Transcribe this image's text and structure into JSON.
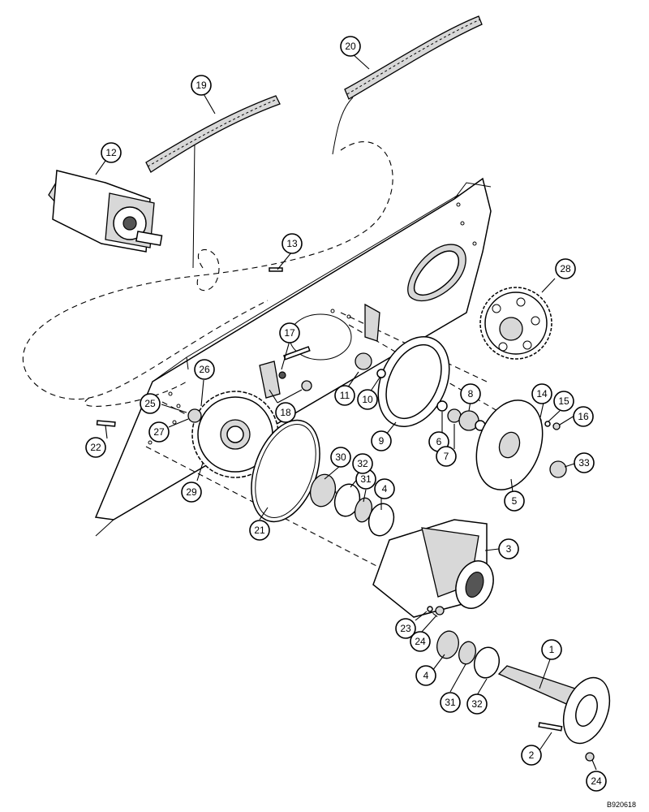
{
  "diagram": {
    "callouts": [
      {
        "label": "1"
      },
      {
        "label": "2"
      },
      {
        "label": "3"
      },
      {
        "label": "4"
      },
      {
        "label": "4"
      },
      {
        "label": "5"
      },
      {
        "label": "6"
      },
      {
        "label": "7"
      },
      {
        "label": "8"
      },
      {
        "label": "9"
      },
      {
        "label": "10"
      },
      {
        "label": "11"
      },
      {
        "label": "12"
      },
      {
        "label": "13"
      },
      {
        "label": "14"
      },
      {
        "label": "15"
      },
      {
        "label": "16"
      },
      {
        "label": "17"
      },
      {
        "label": "18"
      },
      {
        "label": "19"
      },
      {
        "label": "20"
      },
      {
        "label": "21"
      },
      {
        "label": "22"
      },
      {
        "label": "23"
      },
      {
        "label": "24"
      },
      {
        "label": "24"
      },
      {
        "label": "25"
      },
      {
        "label": "26"
      },
      {
        "label": "27"
      },
      {
        "label": "28"
      },
      {
        "label": "29"
      },
      {
        "label": "30"
      },
      {
        "label": "31"
      },
      {
        "label": "31"
      },
      {
        "label": "32"
      },
      {
        "label": "32"
      },
      {
        "label": "33"
      }
    ],
    "figure_id": "B920618"
  }
}
